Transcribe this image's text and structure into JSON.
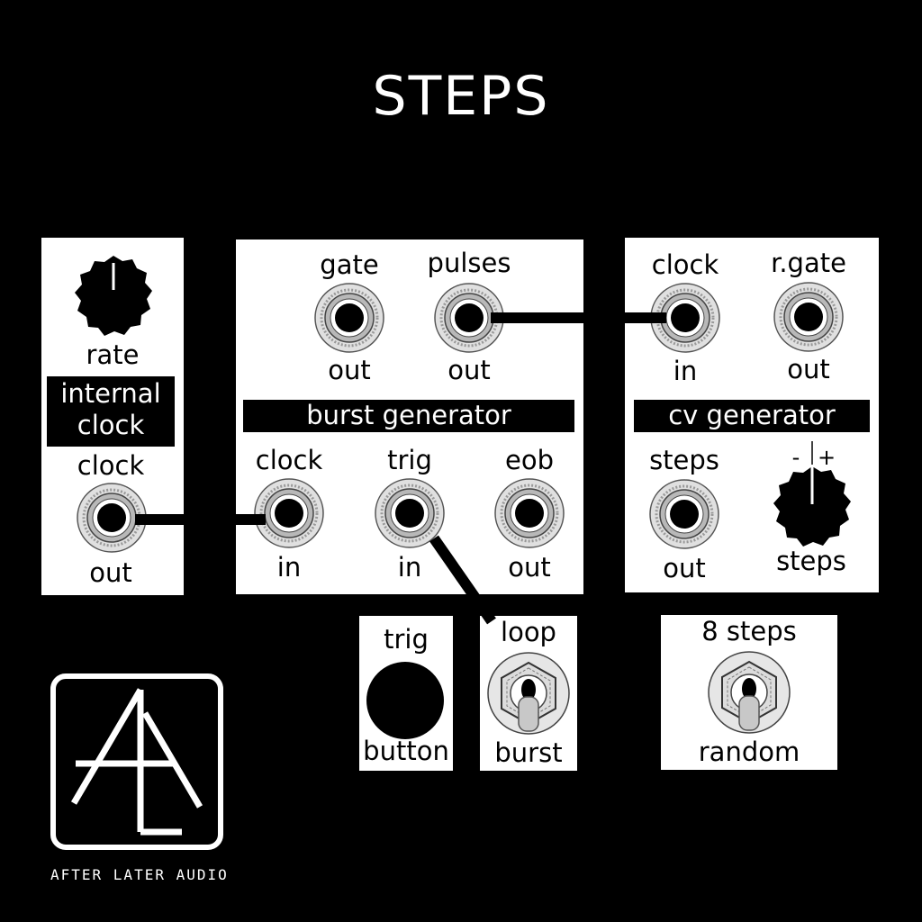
{
  "title": "STEPS",
  "brand": "AFTER LATER AUDIO",
  "internal_clock": {
    "knob_label": "rate",
    "section": [
      "internal",
      "clock"
    ],
    "jack_top": "clock",
    "jack_bottom": "out"
  },
  "burst_generator": {
    "section": "burst generator",
    "gate": {
      "top": "gate",
      "bottom": "out"
    },
    "pulses": {
      "top": "pulses",
      "bottom": "out"
    },
    "clock": {
      "top": "clock",
      "bottom": "in"
    },
    "trig": {
      "top": "trig",
      "bottom": "in"
    },
    "eob": {
      "top": "eob",
      "bottom": "out"
    }
  },
  "cv_generator": {
    "section": "cv generator",
    "clock": {
      "top": "clock",
      "bottom": "in"
    },
    "rgate": {
      "top": "r.gate",
      "bottom": "out"
    },
    "steps": {
      "top": "steps",
      "bottom": "out"
    },
    "knob_label": "steps",
    "knob_minus": "-",
    "knob_plus": "+"
  },
  "trig_button": {
    "top": "trig",
    "bottom": "button"
  },
  "loop_switch": {
    "top": "loop",
    "bottom": "burst"
  },
  "steps_switch": {
    "top": "8 steps",
    "bottom": "random"
  },
  "colors": {
    "background": "#000000",
    "panel": "#ffffff",
    "jack_ring": "#bdbdbd"
  }
}
